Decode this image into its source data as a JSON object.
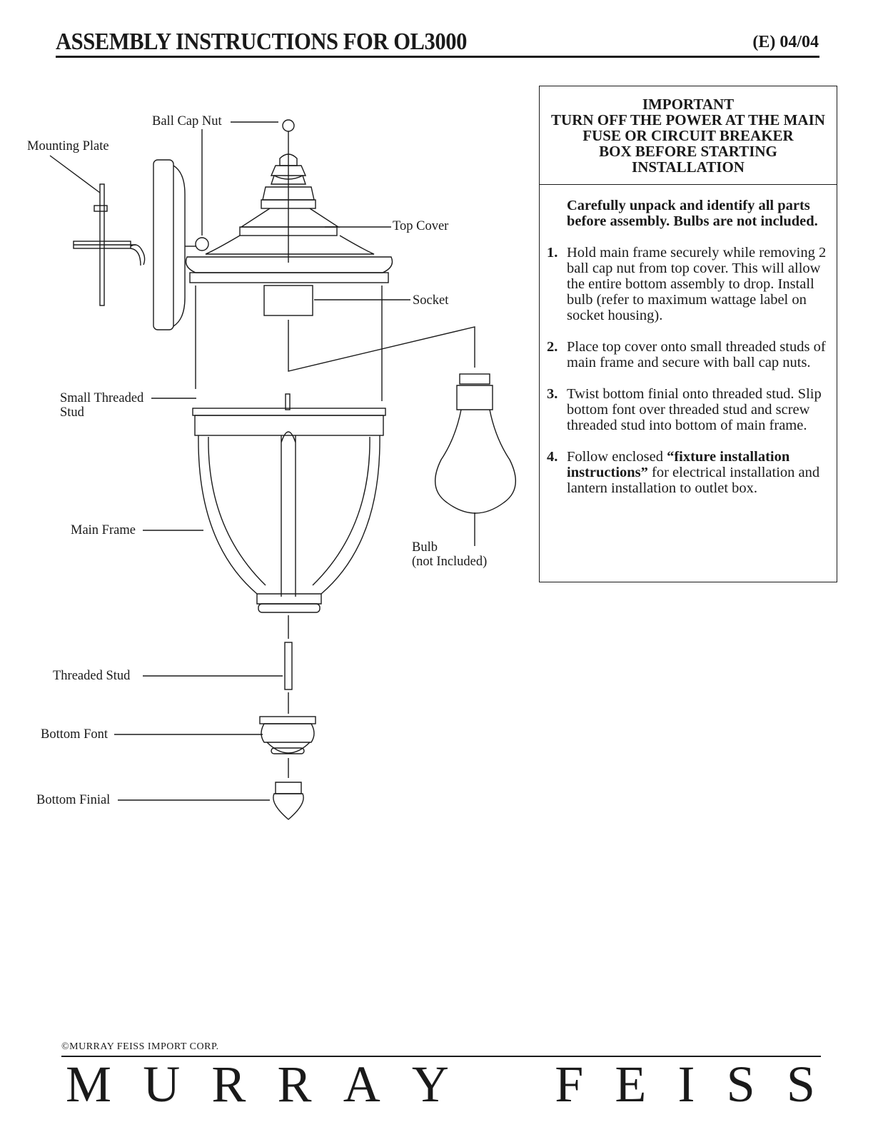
{
  "header": {
    "title": "ASSEMBLY INSTRUCTIONS FOR OL3000",
    "edition": "(E)  04/04"
  },
  "important_box": {
    "heading_lines": [
      "IMPORTANT",
      "TURN OFF THE POWER AT THE MAIN",
      "FUSE OR CIRCUIT BREAKER",
      "BOX BEFORE STARTING",
      "INSTALLATION"
    ],
    "intro": "Carefully unpack and identify all parts before assembly. Bulbs are not included.",
    "steps": [
      {
        "number": "1.",
        "text": "Hold main frame securely while removing 2 ball cap nut from top cover. This will allow the entire bottom assembly to drop. Install bulb (refer to maximum wattage label on socket housing)."
      },
      {
        "number": "2.",
        "text": "Place top cover onto small threaded studs of main frame and secure with ball cap nuts."
      },
      {
        "number": "3.",
        "text": "Twist bottom finial onto threaded stud. Slip bottom font over threaded stud and screw threaded stud into bottom of main frame."
      },
      {
        "number": "4.",
        "text_before": "Follow enclosed ",
        "text_bold": "“fixture installation instructions”",
        "text_after": " for electrical installation and lantern installation to outlet box."
      }
    ]
  },
  "diagram_labels": {
    "ball_cap_nut": "Ball Cap Nut",
    "mounting_plate": "Mounting Plate",
    "top_cover": "Top Cover",
    "socket": "Socket",
    "small_threaded_stud_1": "Small Threaded",
    "small_threaded_stud_2": "Stud",
    "main_frame": "Main Frame",
    "bulb_1": "Bulb",
    "bulb_2": "(not Included)",
    "threaded_stud": "Threaded Stud",
    "bottom_font": "Bottom Font",
    "bottom_finial": "Bottom Finial"
  },
  "footer": {
    "copyright": "©MURRAY FEISS IMPORT CORP.",
    "brand_letters": [
      "M",
      "U",
      "R",
      "R",
      "A",
      "Y",
      " ",
      "F",
      "E",
      "I",
      "S",
      "S"
    ]
  }
}
